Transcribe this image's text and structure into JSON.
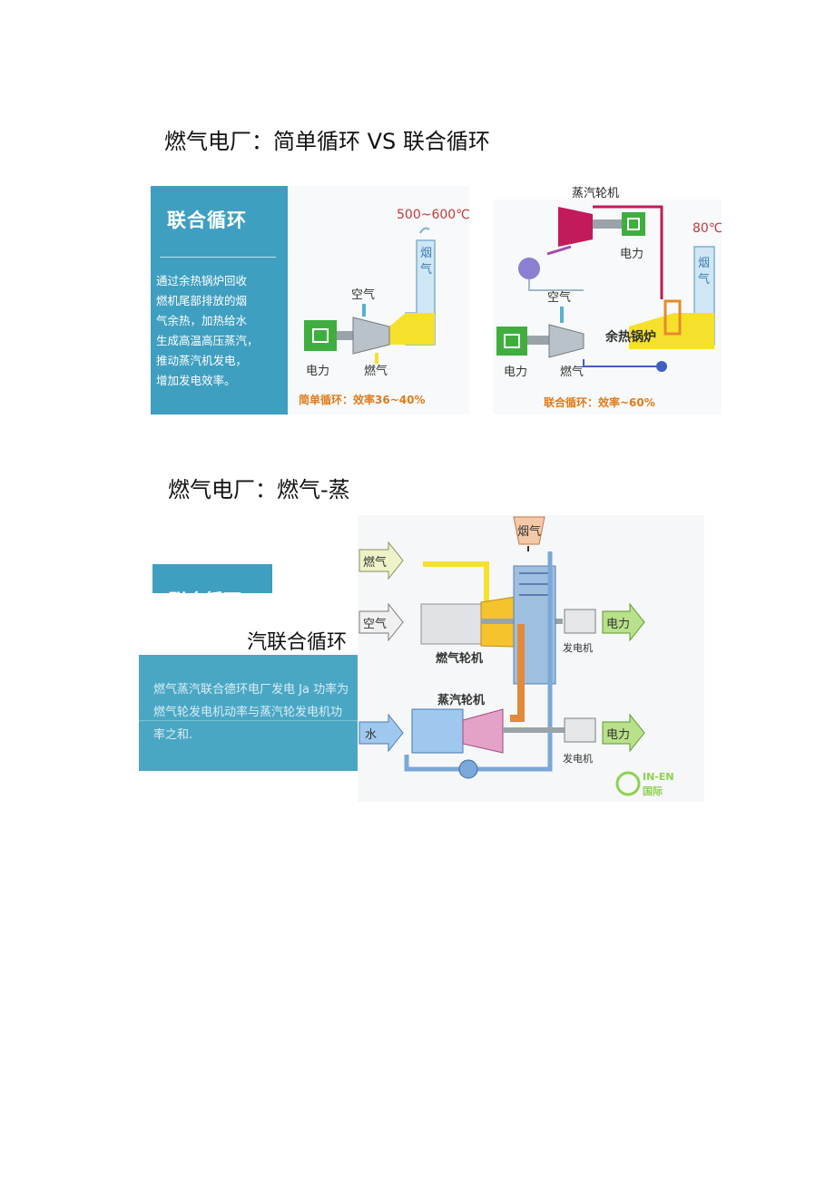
{
  "section1": {
    "title": "燃气电厂：简单循环 VS 联合循环",
    "panel": {
      "heading": "联合循环",
      "body_lines": [
        "通过余热锅炉回收",
        "燃机尾部排放的烟",
        "气余热，加热给水",
        "生成高温高压蒸汽，",
        "推动蒸汽机发电，",
        "增加发电效率。"
      ]
    },
    "left_diagram": {
      "temp_label": "500~600℃",
      "chimney_label_1": "烟",
      "chimney_label_2": "气",
      "air_label": "空气",
      "power_label": "电力",
      "fuel_label": "燃气",
      "caption": "简单循环：效率36~40%"
    },
    "right_diagram": {
      "steam_turbine_label": "蒸汽轮机",
      "power_label_top": "电力",
      "temp_label": "80℃",
      "chimney_label_1": "烟",
      "chimney_label_2": "气",
      "air_label": "空气",
      "boiler_label": "余热锅炉",
      "power_label": "电力",
      "fuel_label": "燃气",
      "caption": "联合循环：效率~60%"
    }
  },
  "section2": {
    "title_part1": "燃气电厂：燃气-蒸",
    "title_part2": "汽联合循环",
    "tab_fragment": "联合循环",
    "description": "燃气蒸汽联合德环电厂发电 Ja 功率为燃气轮发电机动率与蒸汽轮发电机功率之和.",
    "diagram": {
      "flue_gas_label": "烟气",
      "fuel_label": "燃气",
      "air_label": "空气",
      "water_label": "水",
      "gas_turbine_label": "燃气轮机",
      "steam_turbine_label": "蒸汽轮机",
      "generator_label_1": "发电机",
      "generator_label_2": "发电机",
      "power_label_1": "电力",
      "power_label_2": "电力",
      "logo_text": "IN-EN",
      "logo_subtext": "国际"
    }
  },
  "colors": {
    "panel_teal": "#3f9fc0",
    "chimney_blue": "#cfe6f5",
    "exhaust_yellow": "#f5e12c",
    "generator_green": "#3fae3f",
    "arrow_green": "#8fd14f",
    "caption_orange": "#e07b1a",
    "temp_red": "#c23a3a",
    "steam_magenta": "#c21a5a",
    "boiler_orange": "#e58a2a"
  }
}
